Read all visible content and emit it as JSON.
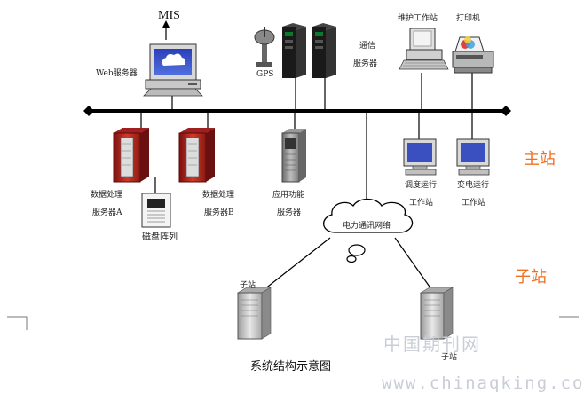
{
  "mis": "MIS",
  "web_server": "Web服务器",
  "gps": "GPS",
  "comm_server": [
    "通信",
    "服务器"
  ],
  "maint_ws": "维护工作站",
  "printer": "打印机",
  "dp_server_a": [
    "数据处理",
    "服务器A"
  ],
  "dp_server_b": [
    "数据处理",
    "服务器B"
  ],
  "disk_array": "磁盘阵列",
  "app_server": [
    "应用功能",
    "服务器"
  ],
  "dispatch_ws": [
    "调度运行",
    "工作站"
  ],
  "substation_ws": [
    "变电运行",
    "工作站"
  ],
  "network": "电力通讯网络",
  "main_station": "主站",
  "sub_station": "子站",
  "substation_left": "子站",
  "substation_right": "子站",
  "caption": "系统结构示意图",
  "watermark_cn": "中国期刊网",
  "watermark_url": "www.chinaqking.com"
}
